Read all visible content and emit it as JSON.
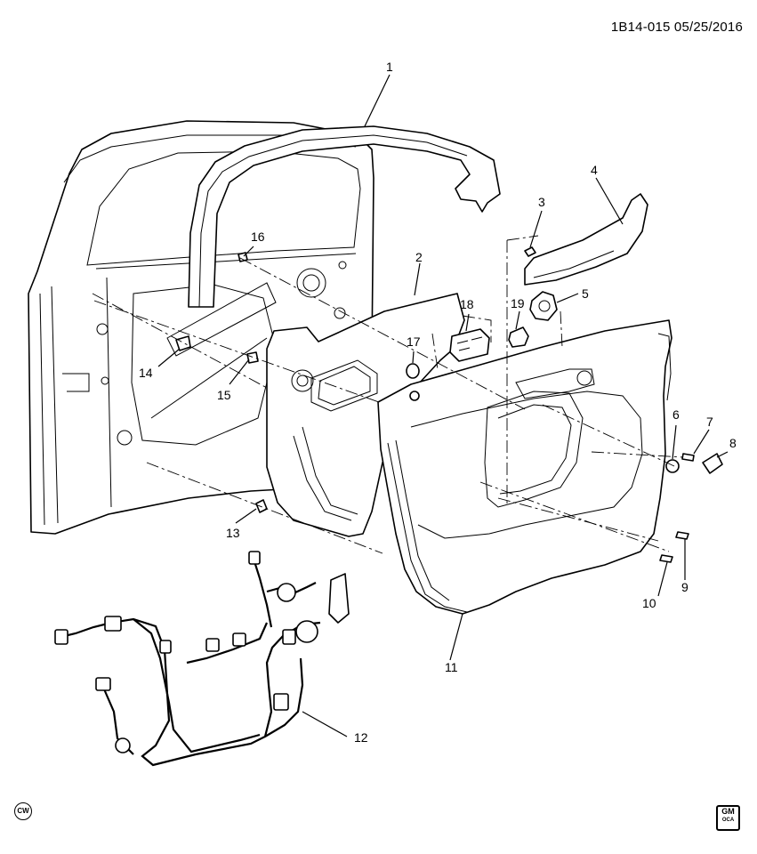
{
  "header": {
    "code": "1B14-015  05/25/2016"
  },
  "callouts": [
    "1",
    "2",
    "3",
    "4",
    "5",
    "6",
    "7",
    "8",
    "9",
    "10",
    "11",
    "12",
    "13",
    "14",
    "15",
    "16",
    "17",
    "18",
    "19"
  ],
  "footer": {
    "left_mark": "CW",
    "logo": "GM",
    "logo_sub": "OCA"
  }
}
